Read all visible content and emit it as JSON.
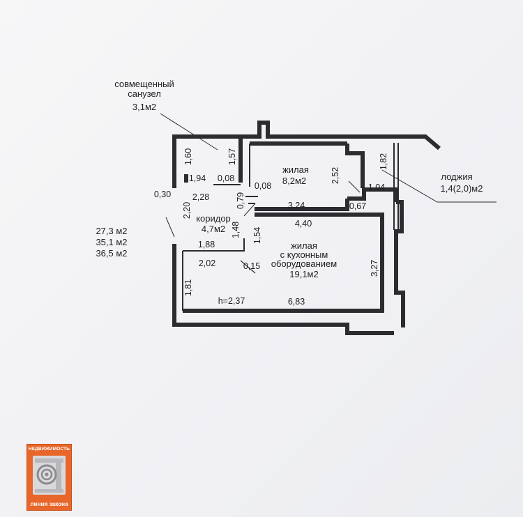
{
  "rooms": {
    "bathroom": {
      "name_line1": "совмещенный",
      "name_line2": "санузел",
      "area": "3,1м2"
    },
    "bedroom": {
      "name": "жилая",
      "area": "8,2м2"
    },
    "corridor": {
      "name": "коридор",
      "area": "4,7м2"
    },
    "living": {
      "name_line1": "жилая",
      "name_line2": "с кухонным",
      "name_line3": "оборудованием",
      "area": "19,1м2"
    },
    "loggia": {
      "name": "лоджия",
      "area": "1,4(2,0)м2"
    }
  },
  "totals": {
    "line1": "27,3 м2",
    "line2": "35,1 м2",
    "line3": "36,5 м2"
  },
  "ceiling_height": "h=2,37",
  "dimensions": {
    "d_1_60": "1,60",
    "d_1_57": "1,57",
    "d_1_94": "1,94",
    "d_0_08a": "0,08",
    "d_0_30": "0,30",
    "d_2_28": "2,28",
    "d_0_79": "0,79",
    "d_0_08b": "0,08",
    "d_2_20": "2,20",
    "d_2_52": "2,52",
    "d_1_82": "1,82",
    "d_1_04": "1,04",
    "d_3_24": "3,24",
    "d_0_67": "0,67",
    "d_1_48": "1,48",
    "d_1_54": "1,54",
    "d_4_40": "4,40",
    "d_1_88": "1,88",
    "d_2_02": "2,02",
    "d_0_15": "0,15",
    "d_3_27": "3,27",
    "d_1_81": "1,81",
    "d_6_83": "6,83"
  },
  "logo": {
    "top_text": "НЕДВИЖИМОСТЬ",
    "bottom_text": "линия закона"
  }
}
